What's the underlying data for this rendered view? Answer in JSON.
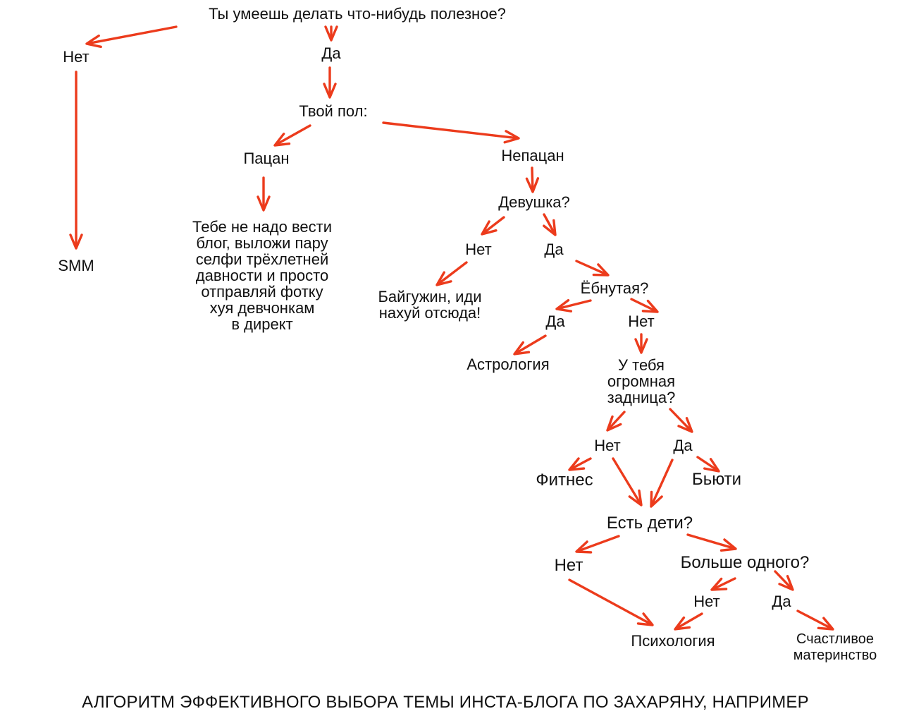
{
  "colors": {
    "arrow": "#ec3b1c",
    "text": "#111111",
    "background": "#ffffff"
  },
  "nodes": {
    "q_useful": "Ты умеешь делать что-нибудь полезное?",
    "no_1": "Нет",
    "yes_1": "Да",
    "smm": "SMM",
    "q_gender": "Твой пол:",
    "guy": "Пацан",
    "notguy": "Непацан",
    "guy_advice": "Тебе не надо вести\nблог, выложи пару\nселфи трёхлетней\nдавности и просто\nотправляй фотку\nхуя девчонкам\nв директ",
    "q_girl": "Девушка?",
    "girl_no": "Нет",
    "girl_yes": "Да",
    "baiguzhin": "Байгужин, иди\nнахуй отсюда!",
    "q_crazy": "Ёбнутая?",
    "crazy_yes": "Да",
    "crazy_no": "Нет",
    "astrology": "Астрология",
    "q_butt": "У тебя\nогромная\nзадница?",
    "butt_no": "Нет",
    "butt_yes": "Да",
    "fitness": "Фитнес",
    "beauty": "Бьюти",
    "q_kids": "Есть дети?",
    "kids_no": "Нет",
    "q_more": "Больше одного?",
    "more_no": "Нет",
    "more_yes": "Да",
    "psychology": "Психология",
    "motherhood": "Счастливое\nматеринство"
  },
  "caption": "АЛГОРИТМ ЭФФЕКТИВНОГО ВЫБОРА ТЕМЫ ИНСТА-БЛОГА ПО ЗАХАРЯНУ, НАПРИМЕР"
}
